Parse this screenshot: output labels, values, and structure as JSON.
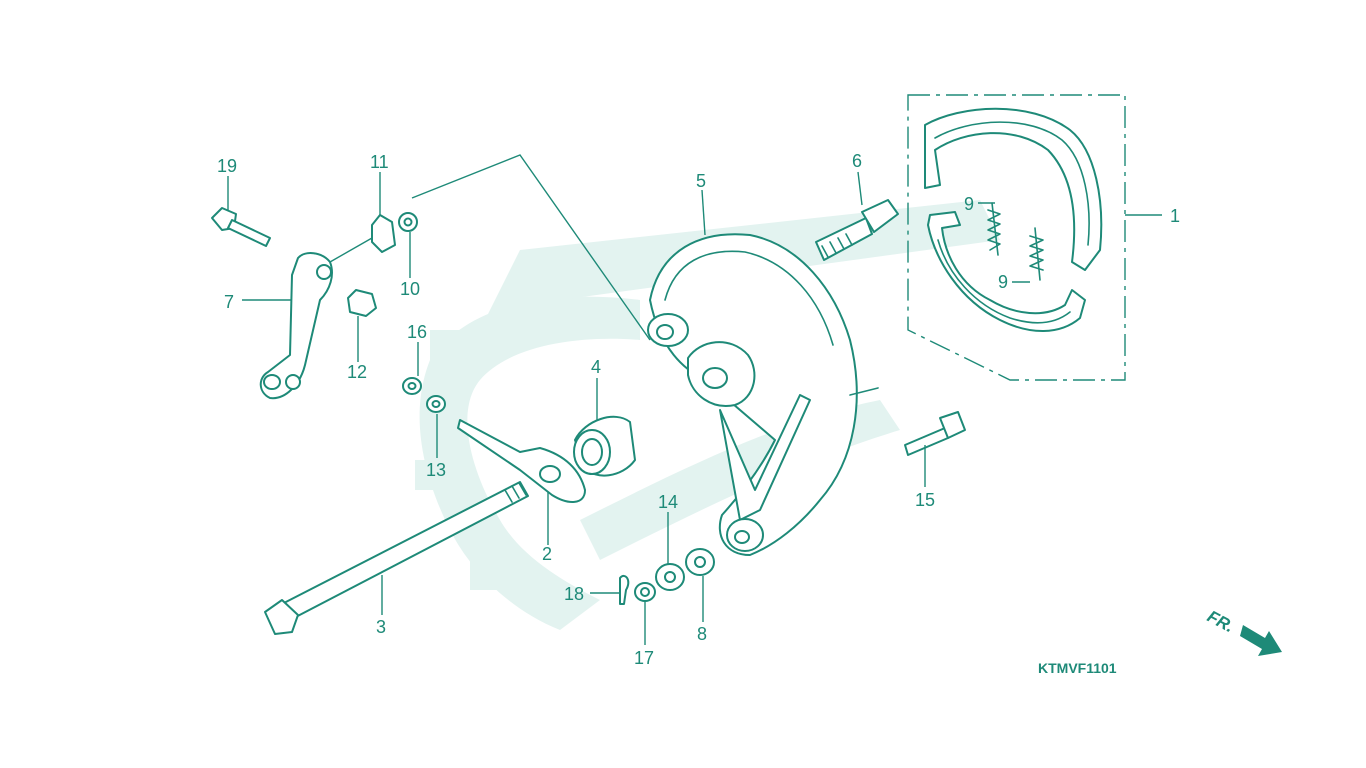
{
  "diagram": {
    "callouts": [
      {
        "id": "c1",
        "label": "1"
      },
      {
        "id": "c2",
        "label": "2"
      },
      {
        "id": "c3",
        "label": "3"
      },
      {
        "id": "c4",
        "label": "4"
      },
      {
        "id": "c5",
        "label": "5"
      },
      {
        "id": "c6",
        "label": "6"
      },
      {
        "id": "c7",
        "label": "7"
      },
      {
        "id": "c8",
        "label": "8"
      },
      {
        "id": "c9a",
        "label": "9"
      },
      {
        "id": "c9b",
        "label": "9"
      },
      {
        "id": "c10",
        "label": "10"
      },
      {
        "id": "c11",
        "label": "11"
      },
      {
        "id": "c12",
        "label": "12"
      },
      {
        "id": "c13",
        "label": "13"
      },
      {
        "id": "c14",
        "label": "14"
      },
      {
        "id": "c15",
        "label": "15"
      },
      {
        "id": "c16",
        "label": "16"
      },
      {
        "id": "c17",
        "label": "17"
      },
      {
        "id": "c18",
        "label": "18"
      },
      {
        "id": "c19",
        "label": "19"
      }
    ],
    "diagram_code": "KTMVF1101",
    "front_indicator": "FR.",
    "colors": {
      "line": "#1e8a78",
      "watermark": "#e3f3f0",
      "background": "#ffffff"
    }
  }
}
